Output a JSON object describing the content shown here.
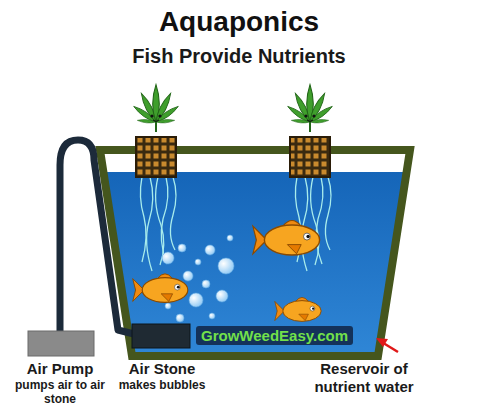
{
  "diagram": {
    "title": "Aquaponics",
    "nodes": [
      {
        "text": [
          "GrowWeedEasy.com"
        ]
      }
    ],
    "labels": [
      "Fish Provide Nutrients",
      "Air Pump",
      "pumps air to air stone",
      "Air Stone",
      "makes bubbles",
      "Reservoir of nutrient water"
    ]
  }
}
